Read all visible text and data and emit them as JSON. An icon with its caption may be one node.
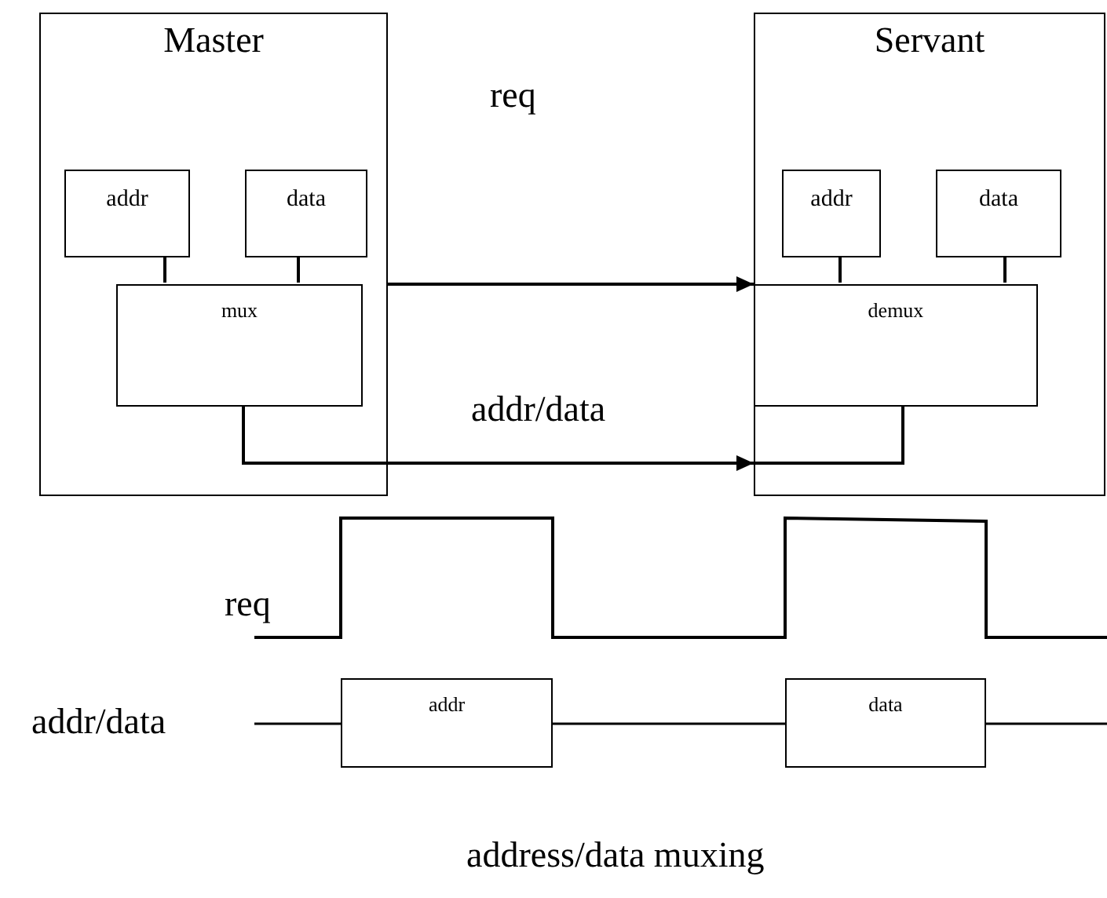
{
  "diagram": {
    "caption": "address/data muxing",
    "nodes": [
      {
        "text": [
          "Master"
        ]
      },
      {
        "text": [
          "addr"
        ],
        "in": 0
      },
      {
        "text": [
          "data"
        ],
        "in": 0
      },
      {
        "text": [
          "mux"
        ],
        "in": 0
      },
      {
        "text": [
          "Servant"
        ]
      },
      {
        "text": [
          "addr"
        ],
        "in": 4
      },
      {
        "text": [
          "data"
        ],
        "in": 4
      },
      {
        "text": [
          "demux"
        ],
        "in": 4
      },
      {
        "text": [
          "addr"
        ]
      },
      {
        "text": [
          "data"
        ]
      }
    ],
    "edges": [
      {
        "from": 1,
        "to": 3,
        "arrow": "none"
      },
      {
        "from": 2,
        "to": 3,
        "arrow": "none"
      },
      {
        "from": 0,
        "to": 4,
        "arrow": "to",
        "label": "req"
      },
      {
        "from": 3,
        "to": 4,
        "arrow": "to",
        "label": "addr/data"
      },
      {
        "from": 4,
        "to": 7,
        "arrow": "none"
      },
      {
        "from": 5,
        "to": 7,
        "arrow": "none"
      },
      {
        "from": 6,
        "to": 7,
        "arrow": "none"
      },
      {
        "from": null,
        "to": 8,
        "arrow": "none"
      },
      {
        "from": 8,
        "to": 9,
        "arrow": "none"
      },
      {
        "from": 9,
        "to": null,
        "arrow": "none"
      }
    ],
    "labels": [
      "req",
      "addr/data"
    ]
  }
}
